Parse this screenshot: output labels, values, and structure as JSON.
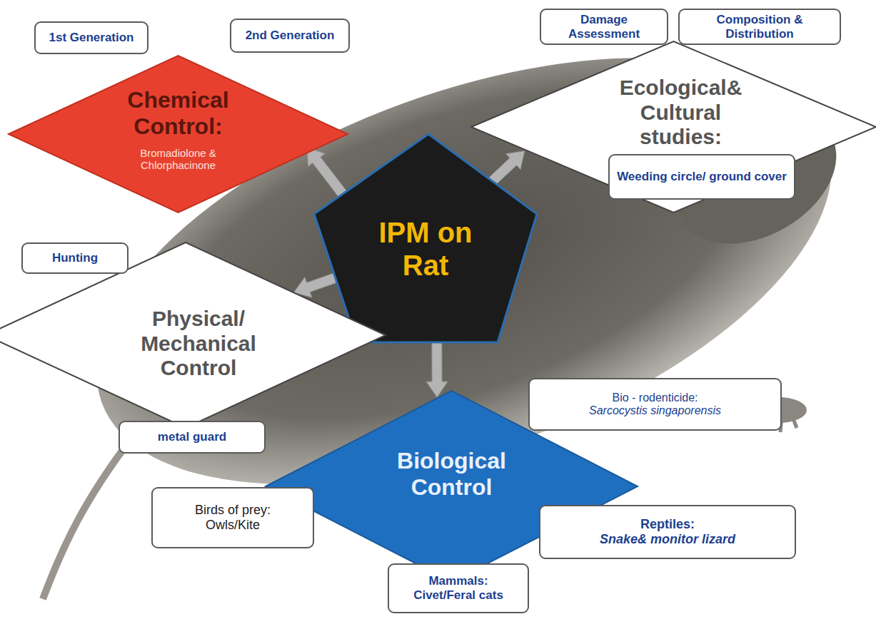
{
  "diagram": {
    "nodes": [
      {
        "text": [
          "1st Generation"
        ]
      },
      {
        "text": [
          "2nd Generation"
        ]
      },
      {
        "text": [
          "Damage Assessment"
        ]
      },
      {
        "text": [
          "Composition & Distribution"
        ]
      },
      {
        "text": [
          "Chemical Control:",
          "Bromadiolone & Chlorphacinone"
        ]
      },
      {
        "text": [
          "Ecological& Cultural studies:"
        ]
      },
      {
        "text": [
          "IPM on Rat"
        ]
      },
      {
        "text": [
          "Weeding circle/ ground cover"
        ]
      },
      {
        "text": [
          "Hunting"
        ]
      },
      {
        "text": [
          "Physical/ Mechanical Control"
        ]
      },
      {
        "text": [
          "metal guard"
        ]
      },
      {
        "text": [
          "Bio - rodenticide:",
          "Sarcocystis singaporensis"
        ]
      },
      {
        "text": [
          "Biological Control"
        ]
      },
      {
        "text": [
          "Birds of prey:",
          "Owls/Kite"
        ]
      },
      {
        "text": [
          "Reptiles:",
          "Snake& monitor lizard"
        ]
      },
      {
        "text": [
          "Mammals:",
          "Civet/Feral cats"
        ]
      }
    ],
    "edges": [
      {
        "from": 6,
        "to": 4,
        "arrow": "to"
      },
      {
        "from": 6,
        "to": 5,
        "arrow": "to"
      },
      {
        "from": 6,
        "to": 9,
        "arrow": "to"
      },
      {
        "from": 6,
        "to": 12,
        "arrow": "to"
      }
    ]
  }
}
